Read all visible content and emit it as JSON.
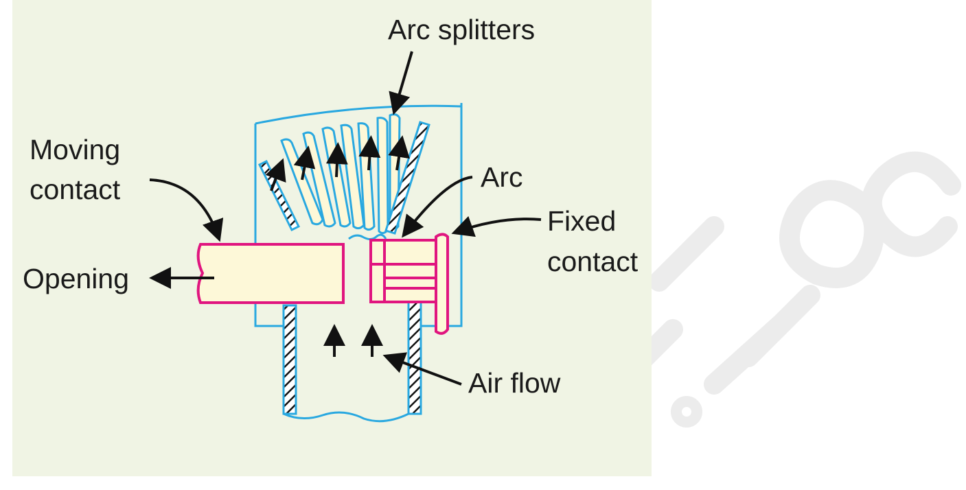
{
  "labels": {
    "arc_splitters": "Arc splitters",
    "moving_contact_line1": "Moving",
    "moving_contact_line2": "contact",
    "arc": "Arc",
    "fixed_contact_line1": "Fixed",
    "fixed_contact_line2": "contact",
    "opening": "Opening",
    "air_flow": "Air flow"
  },
  "watermark": {
    "text": "ail.com"
  },
  "colors": {
    "panel_background": "#f0f4e4",
    "chute_outline": "#29a8e0",
    "contact_outline": "#e0157f",
    "contact_fill": "#fdf8d8",
    "splitter_fill": "#fdf8d8",
    "text": "#1a1a1a",
    "watermark": "#e8e8e8"
  }
}
